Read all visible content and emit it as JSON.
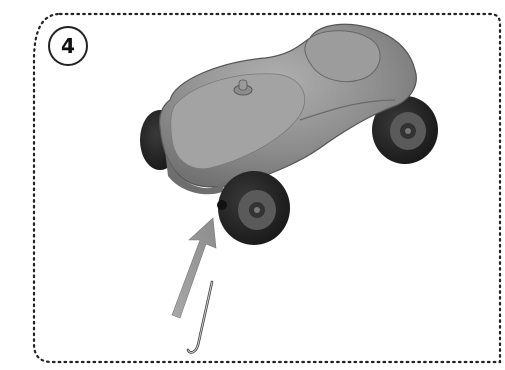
{
  "step": {
    "number": "4"
  },
  "illustration": {
    "subject": "ride-on-car",
    "part": "hook-pin",
    "colors": {
      "body": "#8d8d8d",
      "wheel": "#2a2a2a",
      "arrow": "#9a9a9a",
      "frame": "#222222"
    }
  }
}
